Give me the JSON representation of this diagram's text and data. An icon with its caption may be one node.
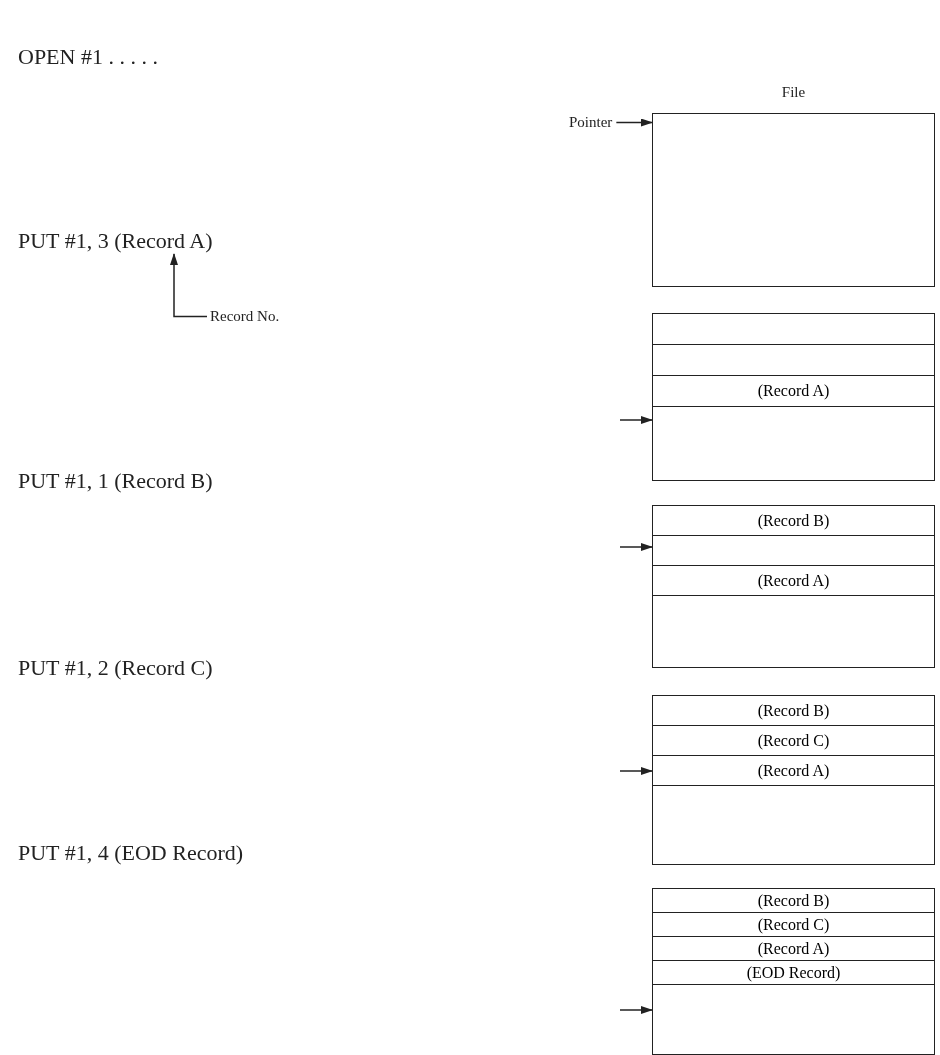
{
  "diagram": {
    "nodes": [
      {
        "text": [
          "File"
        ]
      },
      {
        "text": [
          "Pointer"
        ]
      },
      {
        "text": [],
        "shape": "box"
      },
      {
        "text": [],
        "shape": "box",
        "in": 2
      },
      {
        "text": [],
        "shape": "box",
        "in": 2
      },
      {
        "text": [
          "(Record A)"
        ],
        "in": 2
      },
      {
        "text": [],
        "shape": "box"
      },
      {
        "text": [
          "(Record B)"
        ],
        "in": 6
      },
      {
        "text": [],
        "shape": "box",
        "in": 6
      },
      {
        "text": [
          "(Record A)"
        ],
        "in": 6
      },
      {
        "text": [],
        "shape": "box"
      },
      {
        "text": [
          "(Record B)"
        ],
        "in": 10
      },
      {
        "text": [
          "(Record C)"
        ],
        "in": 10
      },
      {
        "text": [
          "(Record A)"
        ],
        "in": 10
      },
      {
        "text": [],
        "shape": "box"
      },
      {
        "text": [
          "(Record B)"
        ],
        "in": 14
      },
      {
        "text": [
          "(Record C)"
        ],
        "in": 14
      },
      {
        "text": [
          "(Record A)"
        ],
        "in": 14
      },
      {
        "text": [
          "(EOD Record)"
        ],
        "in": 14
      },
      {
        "text": [
          "Record No."
        ]
      },
      {
        "text": [
          "PUT #1, 3 (Record A)"
        ]
      }
    ],
    "edges": [
      {
        "from": 1,
        "to": 0,
        "arrow": "to"
      },
      {
        "from": null,
        "to": 2,
        "arrow": "to"
      },
      {
        "from": null,
        "to": 6,
        "arrow": "to"
      },
      {
        "from": null,
        "to": 10,
        "arrow": "to"
      },
      {
        "from": null,
        "to": 14,
        "arrow": "to"
      },
      {
        "from": 19,
        "to": 20,
        "arrow": "to"
      }
    ],
    "labels": [
      "OPEN #1 . . . . .",
      "PUT #1, 1 (Record B)",
      "PUT #1, 2 (Record C)",
      "PUT #1, 4 (EOD Record)"
    ]
  }
}
